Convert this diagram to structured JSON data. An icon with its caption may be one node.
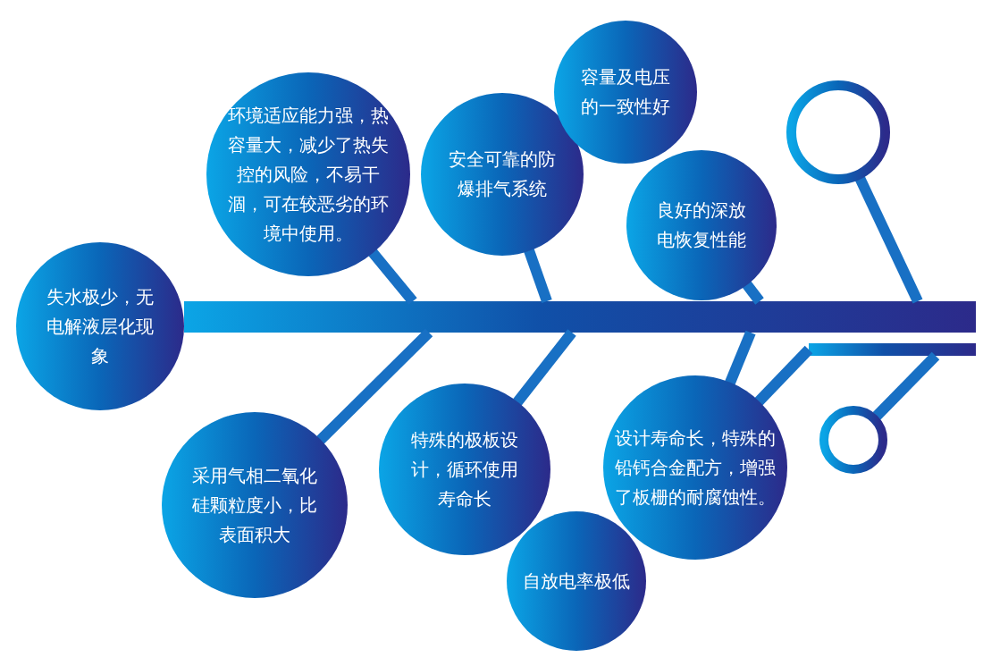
{
  "diagram": {
    "nodes": [
      {
        "text": [],
        "shape": "bar"
      },
      {
        "text": [
          "失水极少，无电解液层化现象"
        ]
      },
      {
        "text": [
          "环境适应能力强，热容量大，减少了热失控的风险，不易干涸，可在较恶劣的环境中使用。"
        ]
      },
      {
        "text": [
          "安全可靠的防爆排气系统"
        ]
      },
      {
        "text": [
          "容量及电压的一致性好"
        ]
      },
      {
        "text": [
          "良好的深放电恢复性能"
        ]
      },
      {
        "text": [],
        "shape": "circle"
      },
      {
        "text": [
          "采用气相二氧化硅颗粒度小，比表面积大"
        ]
      },
      {
        "text": [
          "特殊的极板设计，循环使用寿命长"
        ]
      },
      {
        "text": [
          "自放电率极低"
        ]
      },
      {
        "text": [
          "设计寿命长，特殊的铅钙合金配方，增强了板栅的耐腐蚀性。"
        ]
      },
      {
        "text": [],
        "shape": "circle"
      },
      {
        "text": [],
        "shape": "bar"
      }
    ],
    "edges": [
      {
        "from": 2,
        "to": 0,
        "arrow": "none"
      },
      {
        "from": 3,
        "to": 0,
        "arrow": "none"
      },
      {
        "from": 5,
        "to": 0,
        "arrow": "none"
      },
      {
        "from": 6,
        "to": 0,
        "arrow": "none"
      },
      {
        "from": 0,
        "to": 7,
        "arrow": "none"
      },
      {
        "from": 0,
        "to": 8,
        "arrow": "none"
      },
      {
        "from": 0,
        "to": 10,
        "arrow": "none"
      },
      {
        "from": 12,
        "to": 10,
        "arrow": "none"
      },
      {
        "from": 12,
        "to": 11,
        "arrow": "none"
      }
    ]
  }
}
